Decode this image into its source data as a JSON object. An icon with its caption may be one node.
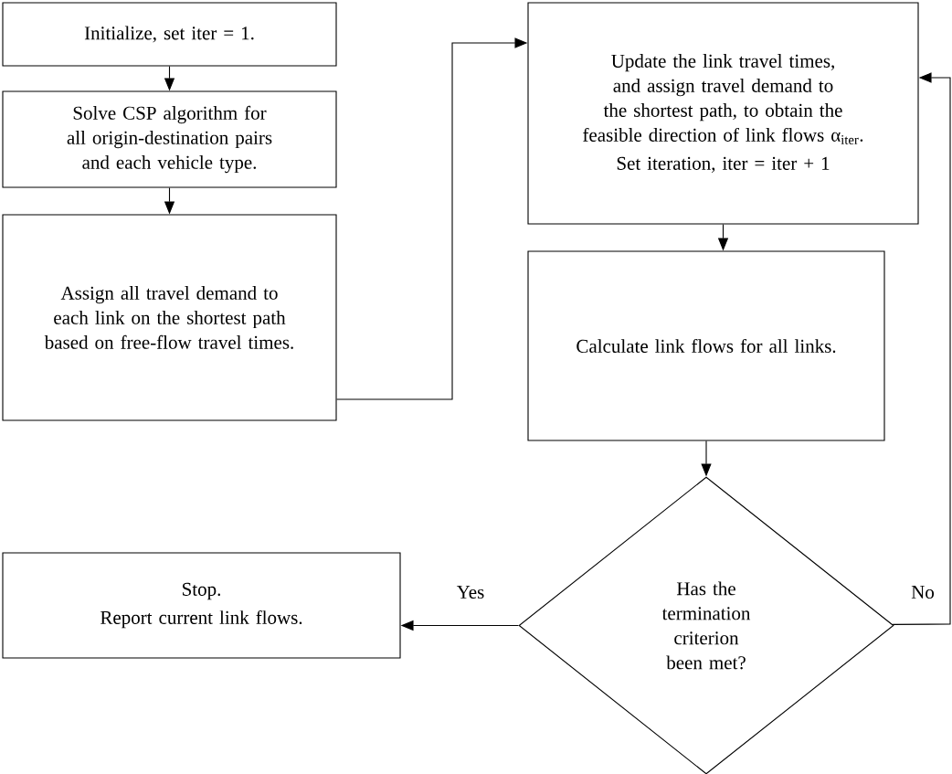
{
  "diagram": {
    "nodes": [
      {
        "text": [
          "Initialize, set iter = 1."
        ]
      },
      {
        "text": [
          "Solve CSP algorithm for all origin-destination pairs and each vehicle type."
        ]
      },
      {
        "text": [
          "Assign all travel demand to each link on the shortest path based on free-flow travel times."
        ]
      },
      {
        "text": [
          "Update the link travel times, and assign travel demand to the shortest path, to obtain the feasible direction of link flows α$_{iter}$.",
          "Set iteration, iter = iter + 1"
        ]
      },
      {
        "text": [
          "Calculate link flows for all links."
        ]
      },
      {
        "text": [
          "Has the termination criterion been met?"
        ]
      },
      {
        "text": [
          "Stop.",
          "Report current link flows."
        ]
      }
    ],
    "edges": [
      {
        "from": 0,
        "to": 1,
        "arrow": "to"
      },
      {
        "from": 1,
        "to": 2,
        "arrow": "to"
      },
      {
        "from": 2,
        "to": 3,
        "arrow": "to"
      },
      {
        "from": 3,
        "to": 4,
        "arrow": "to"
      },
      {
        "from": 4,
        "to": 5,
        "arrow": "to"
      },
      {
        "from": 5,
        "to": 6,
        "label": "Yes",
        "arrow": "to"
      },
      {
        "from": 5,
        "to": 3,
        "label": "No",
        "arrow": "to"
      }
    ]
  }
}
